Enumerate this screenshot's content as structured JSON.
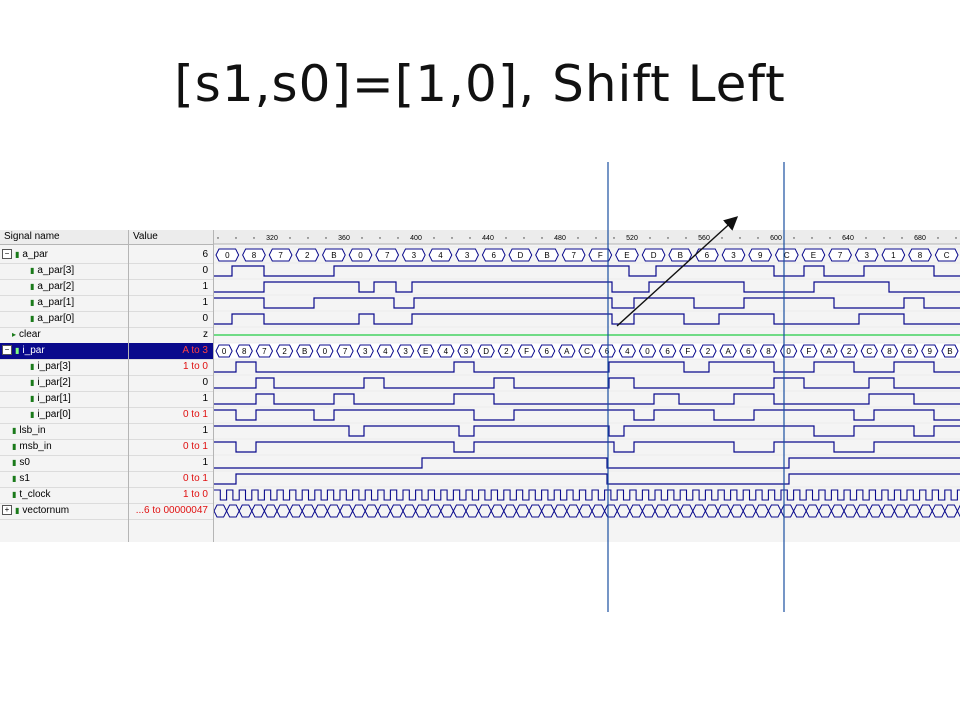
{
  "title": "[s1,s0]=[1,0], Shift Left",
  "panel": {
    "signal_header": "Signal name",
    "value_header": "Value"
  },
  "time_ticks": [
    "320",
    "360",
    "400",
    "440",
    "480",
    "520",
    "560",
    "600",
    "640",
    "680"
  ],
  "signals": [
    {
      "name": "a_par",
      "value": "6",
      "expand": "⊟",
      "icon": "bus",
      "indent": 0
    },
    {
      "name": "a_par[3]",
      "value": "0",
      "indent": 1
    },
    {
      "name": "a_par[2]",
      "value": "1",
      "indent": 1
    },
    {
      "name": "a_par[1]",
      "value": "1",
      "indent": 1
    },
    {
      "name": "a_par[0]",
      "value": "0",
      "indent": 1
    },
    {
      "name": "clear",
      "value": "z",
      "indent": 0,
      "icon": "in"
    },
    {
      "name": "i_par",
      "value": "A to 3",
      "expand": "⊟",
      "icon": "bus",
      "indent": 0,
      "selected": true
    },
    {
      "name": "i_par[3]",
      "value": "1 to 0",
      "indent": 1,
      "red": true
    },
    {
      "name": "i_par[2]",
      "value": "0",
      "indent": 1
    },
    {
      "name": "i_par[1]",
      "value": "1",
      "indent": 1
    },
    {
      "name": "i_par[0]",
      "value": "0 to 1",
      "indent": 1,
      "red": true
    },
    {
      "name": "lsb_in",
      "value": "1",
      "indent": 0
    },
    {
      "name": "msb_in",
      "value": "0 to 1",
      "indent": 0,
      "red": true
    },
    {
      "name": "s0",
      "value": "1",
      "indent": 0
    },
    {
      "name": "s1",
      "value": "0 to 1",
      "indent": 0,
      "red": true
    },
    {
      "name": "t_clock",
      "value": "1 to 0",
      "indent": 0,
      "red": true
    },
    {
      "name": "vectornum",
      "value": "...6 to 00000047",
      "expand": "⊞",
      "indent": 0,
      "red": true
    }
  ],
  "buses": {
    "a_par": [
      "0",
      "8",
      "7",
      "2",
      "B",
      "0",
      "7",
      "3",
      "4",
      "3",
      "6",
      "D",
      "B",
      "7",
      "F",
      "E",
      "D",
      "B",
      "6",
      "3",
      "9",
      "C",
      "E",
      "7",
      "3",
      "1",
      "8",
      "C"
    ],
    "i_par": [
      "0",
      "8",
      "7",
      "2",
      "B",
      "0",
      "7",
      "3",
      "4",
      "3",
      "E",
      "4",
      "3",
      "D",
      "2",
      "F",
      "6",
      "A",
      "C",
      "6",
      "4",
      "0",
      "6",
      "F",
      "2",
      "A",
      "6",
      "8",
      "0",
      "F",
      "A",
      "2",
      "C",
      "8",
      "6",
      "9",
      "B"
    ]
  },
  "colors": {
    "wave": "#0a0a8c",
    "clear_line": "#22cc44",
    "cursor": "#1a4fa0",
    "arrow": "#111111",
    "selection": "#0a0a8c"
  }
}
